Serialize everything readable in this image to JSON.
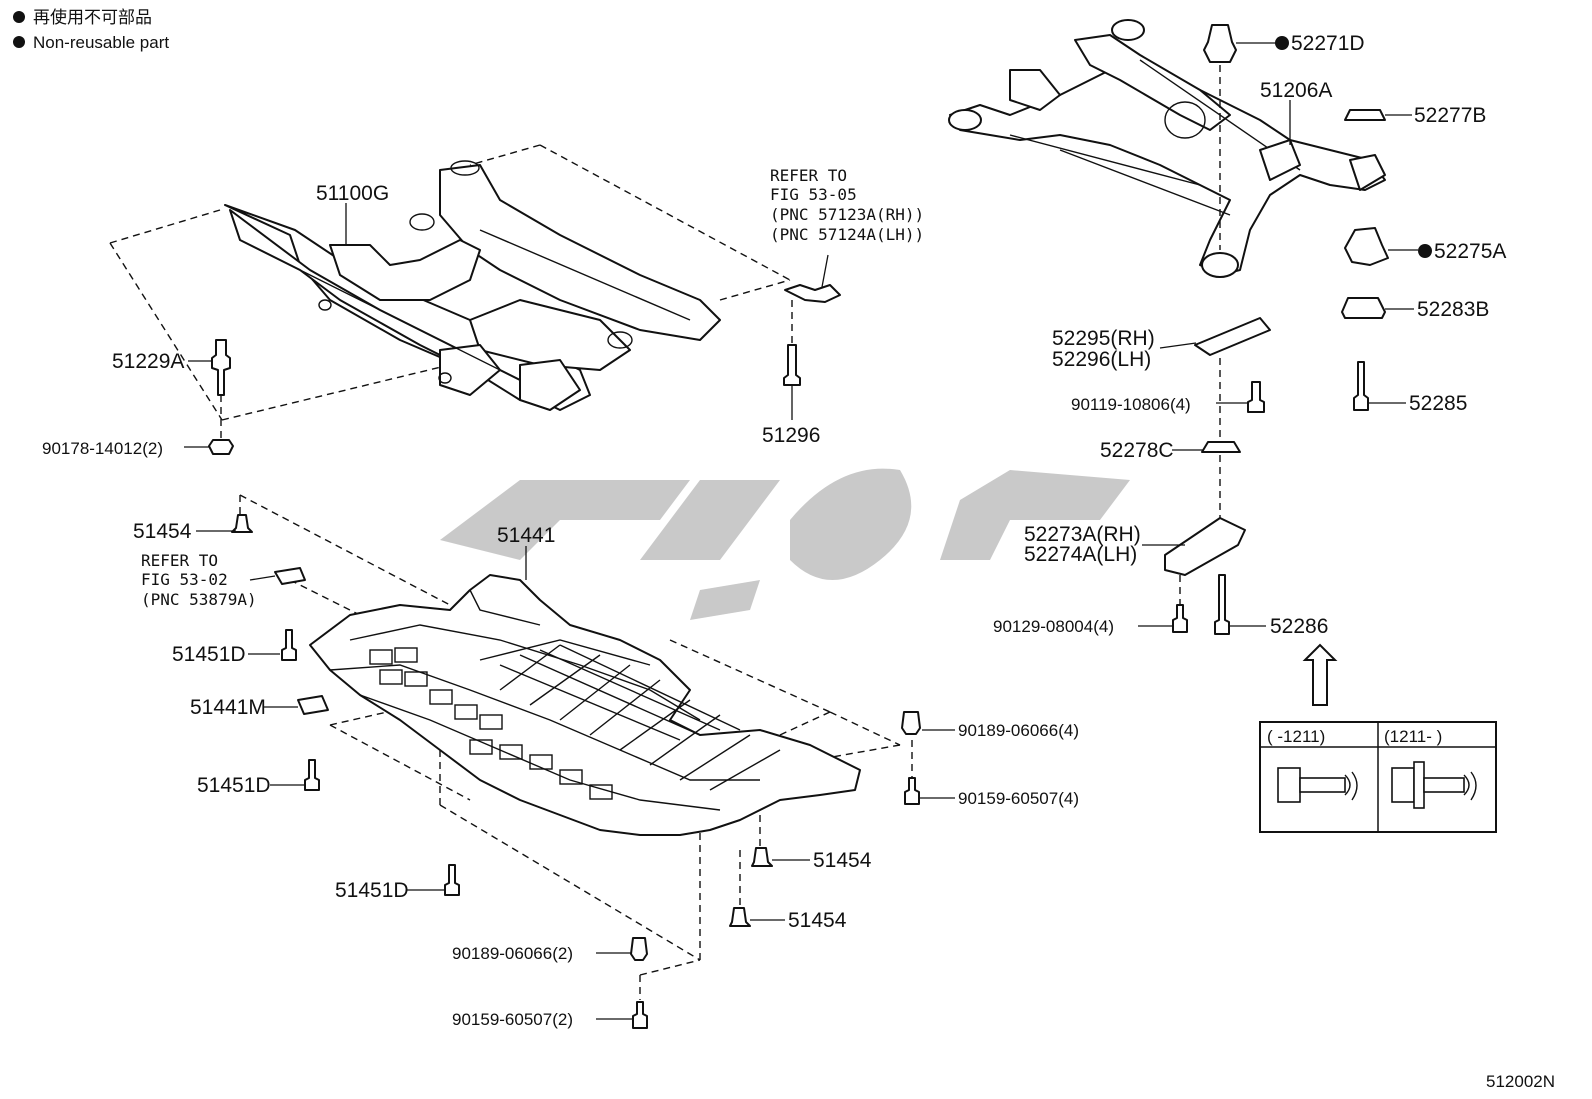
{
  "legend": {
    "bullet_icon": "filled-circle-icon",
    "line1": "再使用不可部品",
    "line2": "Non-reusable part"
  },
  "figure_code": "512002N",
  "labels": {
    "p51100G": "51100G",
    "p51229A": "51229A",
    "p90178": "90178-14012(2)",
    "p51296": "51296",
    "ref1": [
      "REFER TO",
      "FIG 53-05",
      "(PNC 57123A(RH))",
      "(PNC 57124A(LH))"
    ],
    "p51454a": "51454",
    "ref2": [
      "REFER TO",
      "FIG 53-02",
      "(PNC 53879A)"
    ],
    "p51441": "51441",
    "p51451Da": "51451D",
    "p51441M": "51441M",
    "p51451Db": "51451D",
    "p51451Dc": "51451D",
    "p90189a": "90189-06066(4)",
    "p90159a": "90159-60507(4)",
    "p51454b": "51454",
    "p51454c": "51454",
    "p90189b": "90189-06066(2)",
    "p90159b": "90159-60507(2)",
    "p52271D": "52271D",
    "p51206A": "51206A",
    "p52277B": "52277B",
    "p52275A": "52275A",
    "p52283B": "52283B",
    "p52285": "52285",
    "p52295": "52295(RH)",
    "p52296": "52296(LH)",
    "p90119": "90119-10806(4)",
    "p52278C": "52278C",
    "p52273A": "52273A(RH)",
    "p52274A": "52274A(LH)",
    "p90129": "90129-08004(4)",
    "p52286": "52286"
  },
  "inset": {
    "col1": "(      -1211)",
    "col2": "(1211-      )"
  }
}
